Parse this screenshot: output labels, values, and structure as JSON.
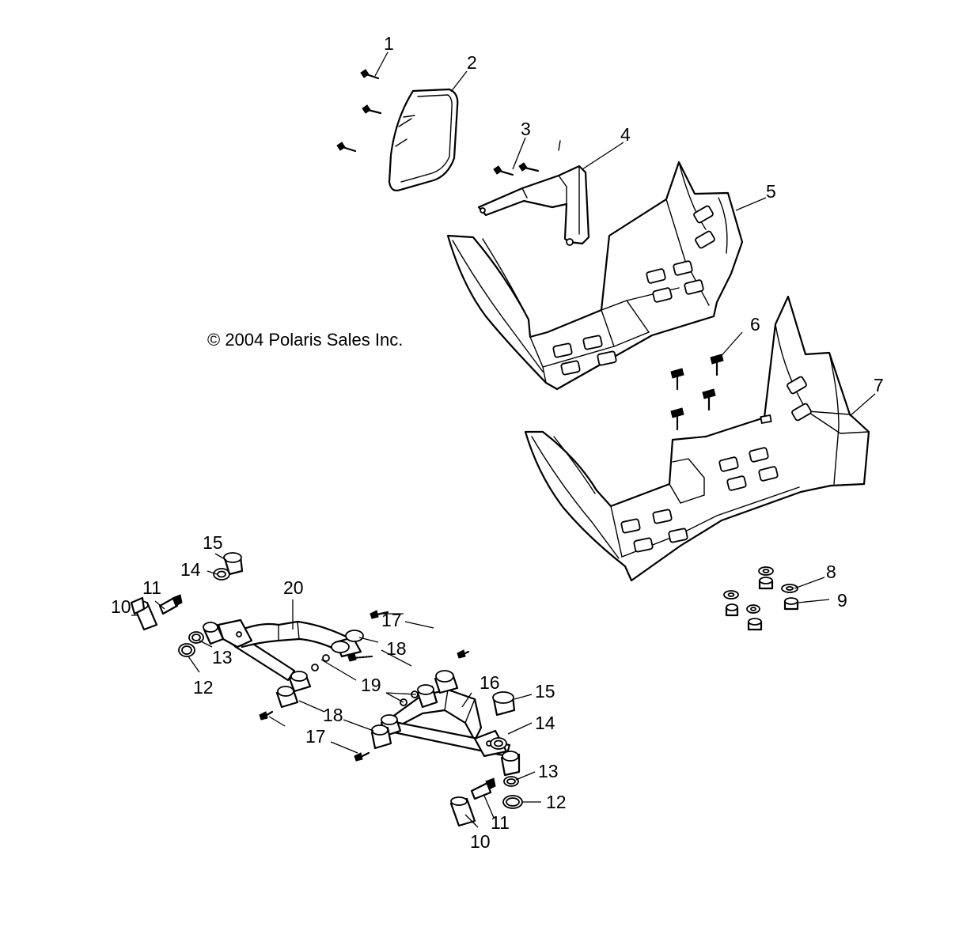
{
  "copyright": "© 2004 Polaris Sales Inc.",
  "labels": {
    "l1": "1",
    "l2": "2",
    "l3": "3",
    "l4": "4",
    "l5": "5",
    "l6": "6",
    "l7": "7",
    "l8": "8",
    "l9": "9",
    "l10a": "10",
    "l10b": "10",
    "l11a": "11",
    "l11b": "11",
    "l12a": "12",
    "l12b": "12",
    "l13a": "13",
    "l13b": "13",
    "l14a": "14",
    "l14b": "14",
    "l15a": "15",
    "l15b": "15",
    "l16": "16",
    "l17a": "17",
    "l17b": "17",
    "l18a": "18",
    "l18b": "18",
    "l19": "19",
    "l20": "20"
  }
}
